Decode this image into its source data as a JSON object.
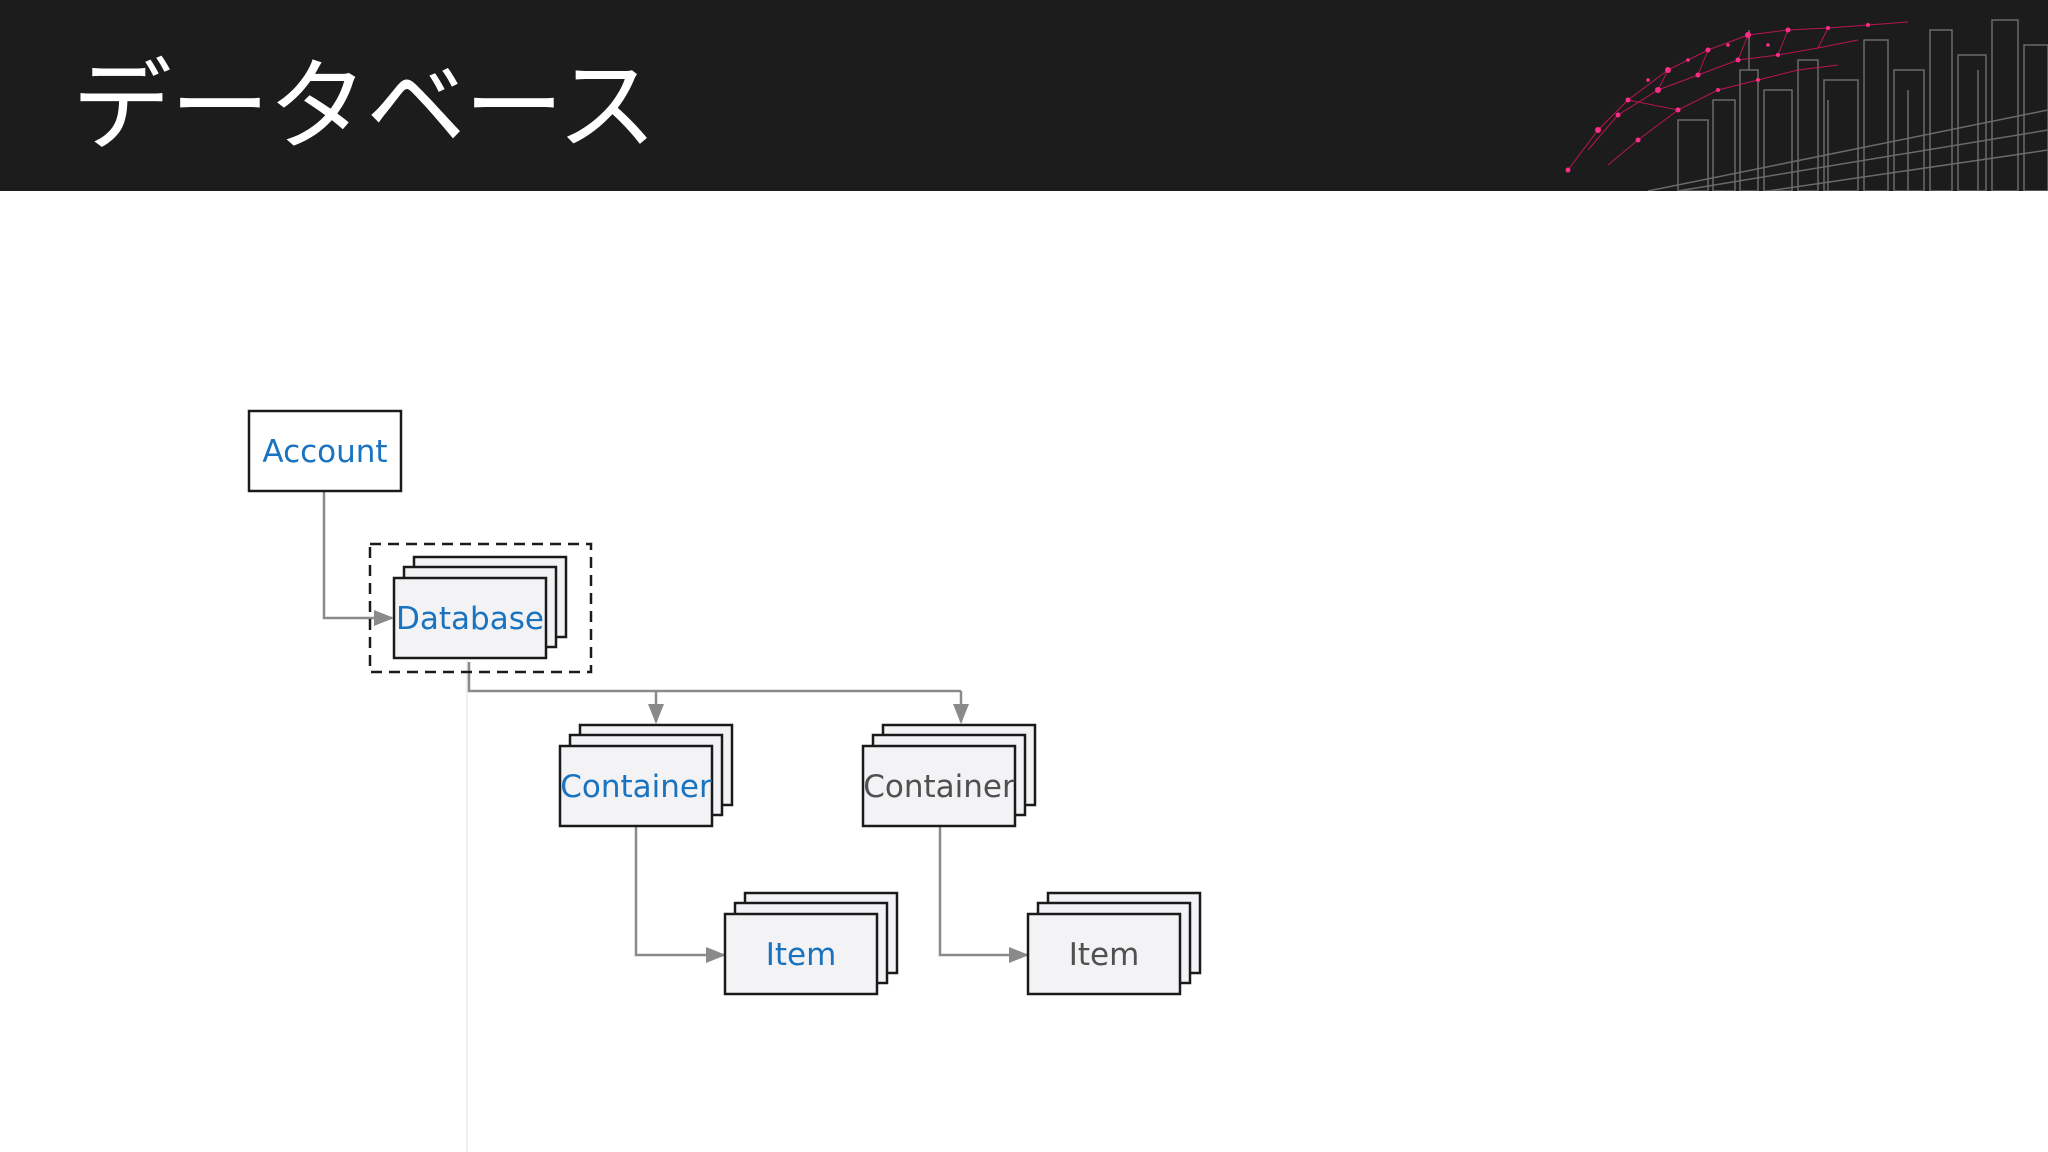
{
  "header": {
    "title": "データベース"
  },
  "nodes": {
    "account": "Account",
    "database": "Database",
    "container_a": "Container",
    "container_b": "Container",
    "item_a": "Item",
    "item_b": "Item"
  },
  "colors": {
    "header_bg": "#1c1c1c",
    "highlight_text": "#1a73bf",
    "muted_text": "#505050",
    "connector": "#8a8a8a",
    "box_fill": "#f3f2f5",
    "accent_magenta": "#d4145a"
  }
}
